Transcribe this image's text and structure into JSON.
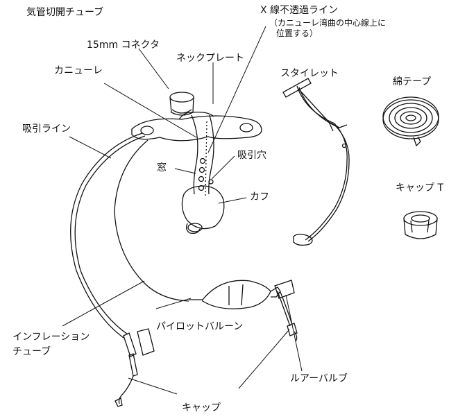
{
  "title": "気管切開チューブ",
  "parts": {
    "connector": "15mm コネクタ",
    "neckplate": "ネックプレート",
    "xray_line": "X 線不透過ライン",
    "xray_note_1": "（カニューレ湾曲の中心線上に",
    "xray_note_2": "位置する）",
    "cannula": "カニューレ",
    "stylet": "スタイレット",
    "cotton_tape": "綿テープ",
    "suction_line": "吸引ライン",
    "window": "窓",
    "suction_hole": "吸引穴",
    "cuff": "カフ",
    "cap_t": "キャップ T",
    "pilot_balloon": "パイロットバルーン",
    "inflation_tube_1": "インフレーション",
    "inflation_tube_2": "チューブ",
    "luer_valve": "ルアーバルブ",
    "cap": "キャップ"
  }
}
